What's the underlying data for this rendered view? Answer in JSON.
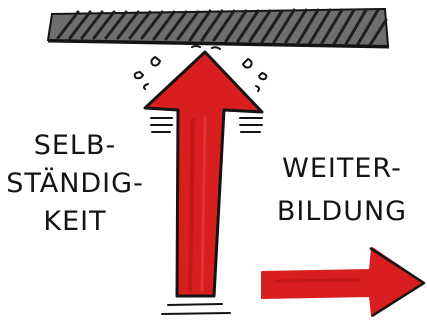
{
  "left_label": {
    "lines": [
      "SELB-",
      "STÄNDIG-",
      "KEIT"
    ]
  },
  "right_label": {
    "lines": [
      "WEITER-",
      "BILDUNG"
    ]
  },
  "colors": {
    "arrow_red": "#d81e1e",
    "ink": "#141414",
    "ceiling_gray": "#6e6e6e",
    "background": "#ffffff"
  },
  "icons": {
    "ceiling": "hatched-ceiling-bar",
    "up_arrow": "big-red-up-arrow",
    "right_arrow": "red-right-arrow"
  }
}
